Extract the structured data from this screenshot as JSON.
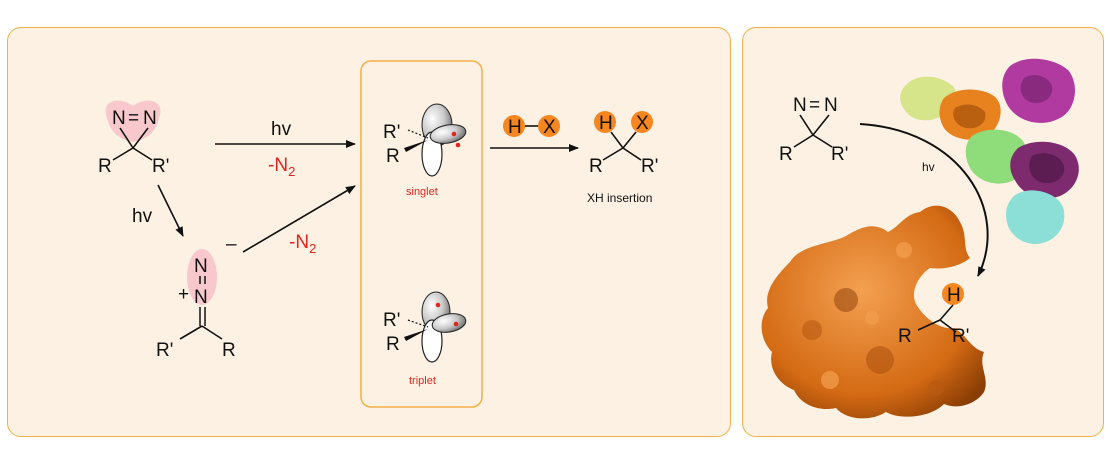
{
  "diazirine": {
    "n_label": "N",
    "bond": "=",
    "r": "R",
    "r_prime": "R'"
  },
  "diazo": {
    "n_top": "N",
    "n_mid": "N",
    "minus": "–",
    "plus": "+",
    "r": "R",
    "r_prime": "R'"
  },
  "arrows": {
    "hv_top": "hv",
    "minus_n2_top_base": "-N",
    "minus_n2_top_sub": "2",
    "hv_diag": "hv",
    "minus_n2_diag_base": "-N",
    "minus_n2_diag_sub": "2"
  },
  "carbene_states": {
    "singlet_label": "singlet",
    "triplet_label": "triplet",
    "r_prime": "R'",
    "r": "R"
  },
  "insertion": {
    "reagent_h": "H",
    "reagent_x": "X",
    "product_h": "H",
    "product_x": "X",
    "r": "R",
    "r_prime": "R'",
    "label": "XH insertion"
  },
  "right_panel": {
    "n_label": "N",
    "bond": "=",
    "r": "R",
    "r_prime": "R'",
    "hv": "hv",
    "product_h": "H",
    "product_r": "R",
    "product_r_prime": "R'"
  },
  "colors": {
    "panel_fill": "#fdf1e3",
    "panel_border": "#f2b04a",
    "highlight_pink": "#f8c8cc",
    "orange": "#f6861f",
    "red": "#e0261d"
  }
}
